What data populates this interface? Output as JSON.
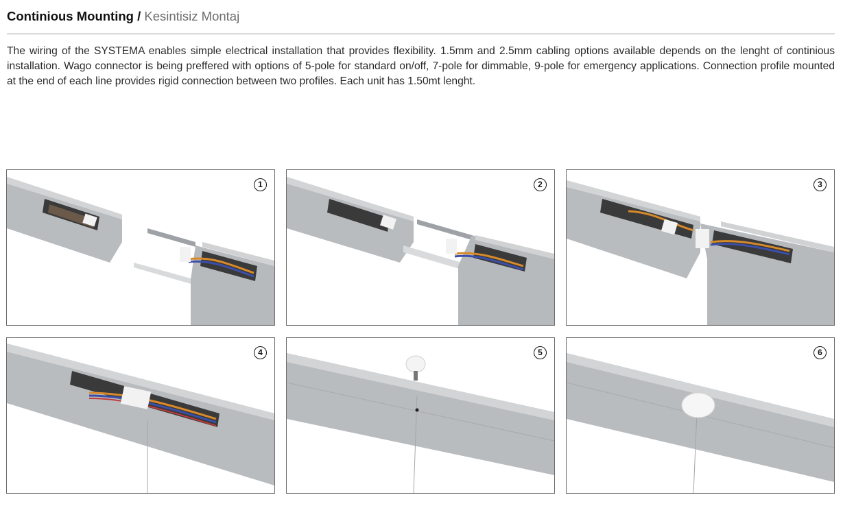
{
  "header": {
    "title_en": "Continious Mounting",
    "separator": "/",
    "title_tr": "Kesintisiz Montaj"
  },
  "intro": {
    "text": "The wiring of the SYSTEMA enables simple electrical installation that provides flexibility. 1.5mm and 2.5mm cabling options available depends on the lenght of continious installation. Wago connector is being preffered with options of 5-pole for standard on/off, 7-pole for dimmable, 9-pole for emergency applications. Connection profile mounted at the end of each line provides rigid connection between two profiles. Each unit has 1.50mt lenght."
  },
  "steps": [
    {
      "number": "1",
      "description": "separated-profiles-with-connector"
    },
    {
      "number": "2",
      "description": "connector-inserted-into-profile"
    },
    {
      "number": "3",
      "description": "profiles-pushed-together"
    },
    {
      "number": "4",
      "description": "profiles-joined-wiring-visible"
    },
    {
      "number": "5",
      "description": "cover-with-screw-above"
    },
    {
      "number": "6",
      "description": "screw-fastened"
    }
  ],
  "colors": {
    "profile_top": "#c8cacc",
    "profile_side": "#b3b6b9",
    "profile_dark": "#8e9296",
    "panel_border": "#6a6a6a"
  }
}
